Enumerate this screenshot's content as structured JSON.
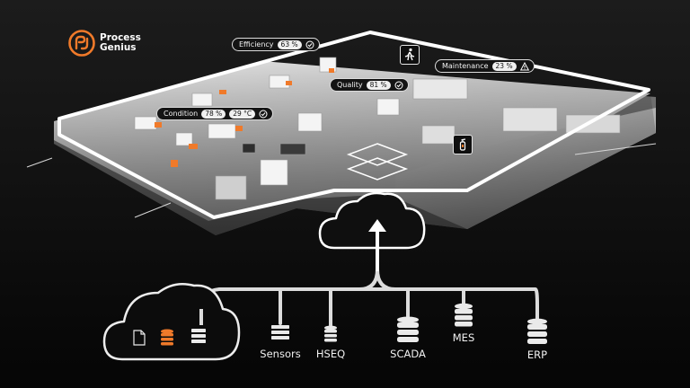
{
  "brand": {
    "line1": "Process",
    "line2": "Genius",
    "accent": "#f07a2a",
    "icon": "process-genius-logo"
  },
  "floor_tags": [
    {
      "label": "Efficiency",
      "value": "63 %",
      "status_icon": "check-circle-icon"
    },
    {
      "label": "Maintenance",
      "value": "23 %",
      "status_icon": "warning-triangle-icon"
    },
    {
      "label": "Quality",
      "value": "81 %",
      "status_icon": "check-circle-icon"
    },
    {
      "label": "Condition",
      "value": "78 %",
      "value2": "29 °C",
      "status_icon": "check-circle-icon"
    }
  ],
  "map_icons": [
    "emergency-exit-icon",
    "fire-extinguisher-icon"
  ],
  "cloud_icons": [
    "document-icon",
    "database-icon",
    "server-icon"
  ],
  "sources": [
    {
      "label": "Sensors",
      "icon": "server-icon"
    },
    {
      "label": "HSEQ",
      "icon": "database-icon"
    },
    {
      "label": "SCADA",
      "icon": "database-icon"
    },
    {
      "label": "MES",
      "icon": "database-icon"
    },
    {
      "label": "ERP",
      "icon": "database-icon"
    }
  ],
  "colors": {
    "line": "#dedede",
    "accent": "#f07a2a",
    "floor": "#cfcfcf"
  }
}
